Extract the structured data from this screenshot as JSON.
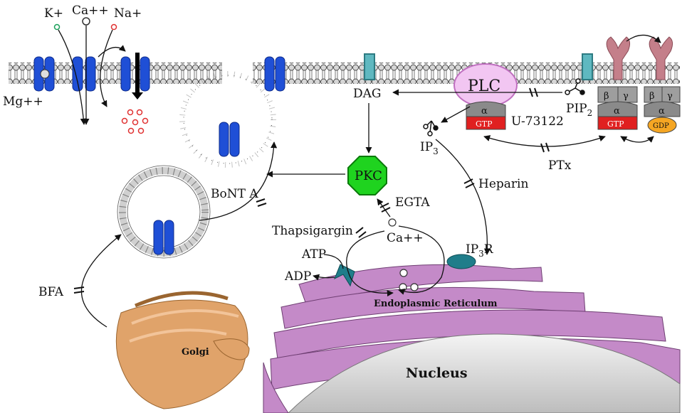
{
  "colors": {
    "channel_blue": "#1f4fd6",
    "membrane_bead": "#d9d9d9",
    "plc_pink": "#f2c6f2",
    "pkc_green": "#1fd31f",
    "gtp_red": "#e02020",
    "gdp_orange": "#f5a623",
    "receptor_teal": "#5fb8c0",
    "receptor_rose": "#c47f8a",
    "er_purple": "#c48ac8",
    "golgi_orange": "#e0a36a",
    "nucleus_grey": "#d8d8d8",
    "ip3r_teal": "#1f7d8a"
  },
  "labels": {
    "k_ion": "K+",
    "ca_ion": "Ca++",
    "na_ion": "Na+",
    "mg_ion": "Mg++",
    "dag": "DAG",
    "plc": "PLC",
    "pip2_main": "PIP",
    "pip2_sub": "2",
    "u73122": "U-73122",
    "alpha": "α",
    "beta": "β",
    "gamma": "γ",
    "gtp": "GTP",
    "gdp": "GDP",
    "ip3_main": "IP",
    "ip3_sub": "3",
    "pkc": "PKC",
    "ptx": "PTx",
    "heparin": "Heparin",
    "bont_a": "BoNT A",
    "egta": "EGTA",
    "thapsigargin": "Thapsigargin",
    "ca_er": "Ca++",
    "ip3r_main": "IP",
    "ip3r_sub": "3",
    "ip3r_tail": "R",
    "atp": "ATP",
    "adp": "ADP",
    "bfa": "BFA",
    "er": "Endoplasmic Reticulum",
    "golgi": "Golgi",
    "nucleus": "Nucleus"
  }
}
